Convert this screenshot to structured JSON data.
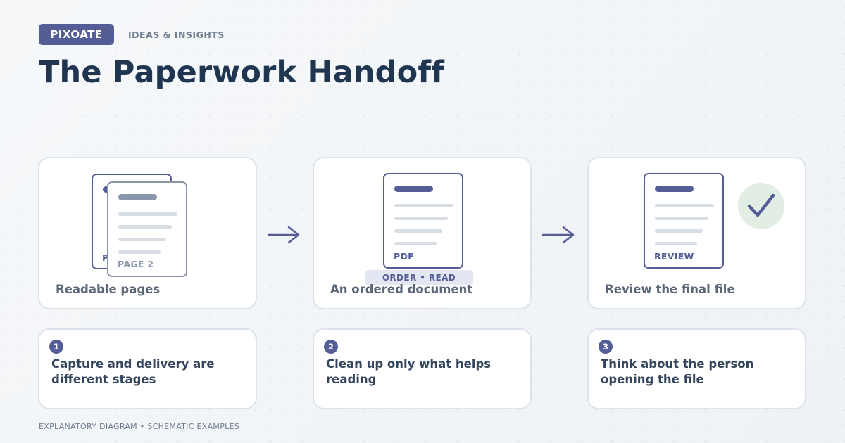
{
  "header": {
    "brand": "PIXOATE",
    "tagline": "IDEAS & INSIGHTS",
    "title": "The Paperwork Handoff"
  },
  "stages": [
    {
      "label": "Readable pages",
      "back_doc_label": "P",
      "front_doc_label": "PAGE 2"
    },
    {
      "label": "An ordered document",
      "doc_label": "PDF",
      "pill": "ORDER • READ"
    },
    {
      "label": "Review the final file",
      "doc_label": "REVIEW",
      "icon": "checkmark-icon"
    }
  ],
  "notes": [
    {
      "number": "1",
      "text": "Capture and delivery are different stages"
    },
    {
      "number": "2",
      "text": "Clean up only what helps reading"
    },
    {
      "number": "3",
      "text": "Think about the person opening the file"
    }
  ],
  "footer": "EXPLANATORY DIAGRAM • SCHEMATIC EXAMPLES",
  "colors": {
    "accent": "#545d96",
    "title": "#1f3550",
    "check_bg": "#e2ede4"
  }
}
